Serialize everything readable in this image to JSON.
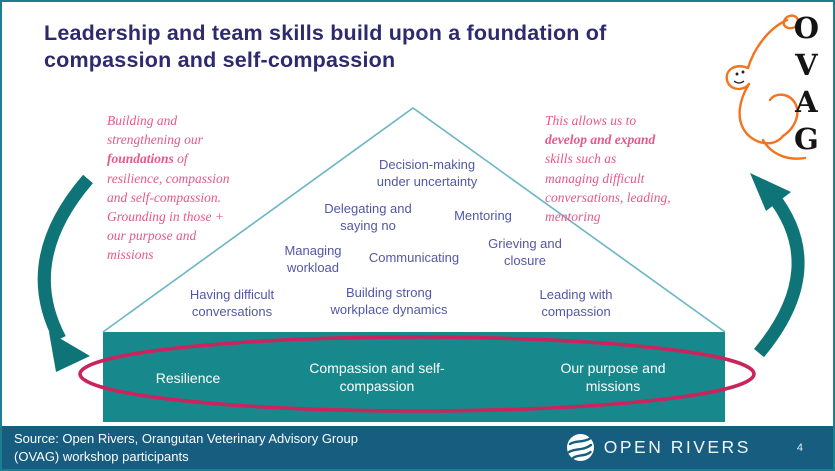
{
  "title": "Leadership and team skills build upon a foundation of\ncompassion and self-compassion",
  "ovag_logo": {
    "letters": [
      "O",
      "V",
      "A",
      "G"
    ]
  },
  "notes": {
    "left": {
      "part1": "Building and\nstrengthening our\n",
      "bold": "foundations",
      "part2": " of\nresilience, compassion\nand self-compassion.\nGrounding in those +\nour purpose and\nmissions"
    },
    "right": {
      "part1": "This allows us to\n",
      "bold": "develop and expand",
      "part2": "\nskills such as\nmanaging difficult\nconversations, leading,\nmentoring"
    }
  },
  "pyramid": {
    "skills": [
      "Decision-making\nunder uncertainty",
      "Delegating and\nsaying no",
      "Mentoring",
      "Managing\nworkload",
      "Communicating",
      "Grieving and\nclosure",
      "Having difficult\nconversations",
      "Building strong\nworkplace dynamics",
      "Leading with\ncompassion"
    ],
    "base": [
      "Resilience",
      "Compassion and self-\ncompassion",
      "Our purpose and\nmissions"
    ]
  },
  "footer": {
    "source": "Source: Open Rivers, Orangutan Veterinary Advisory Group\n(OVAG) workshop participants",
    "brand": "OPEN RIVERS",
    "page_number": "4"
  },
  "colors": {
    "teal_fill": "#17898c",
    "triangle_line": "#6ab5c5",
    "arrow_teal": "#0e7478",
    "ellipse_pink": "#c9245d",
    "note_pink": "#e7578a",
    "skill_purple": "#5357a6",
    "title_navy": "#2d2a6e",
    "footer_bg": "#175d80",
    "logo_orange": "#f4731f"
  }
}
